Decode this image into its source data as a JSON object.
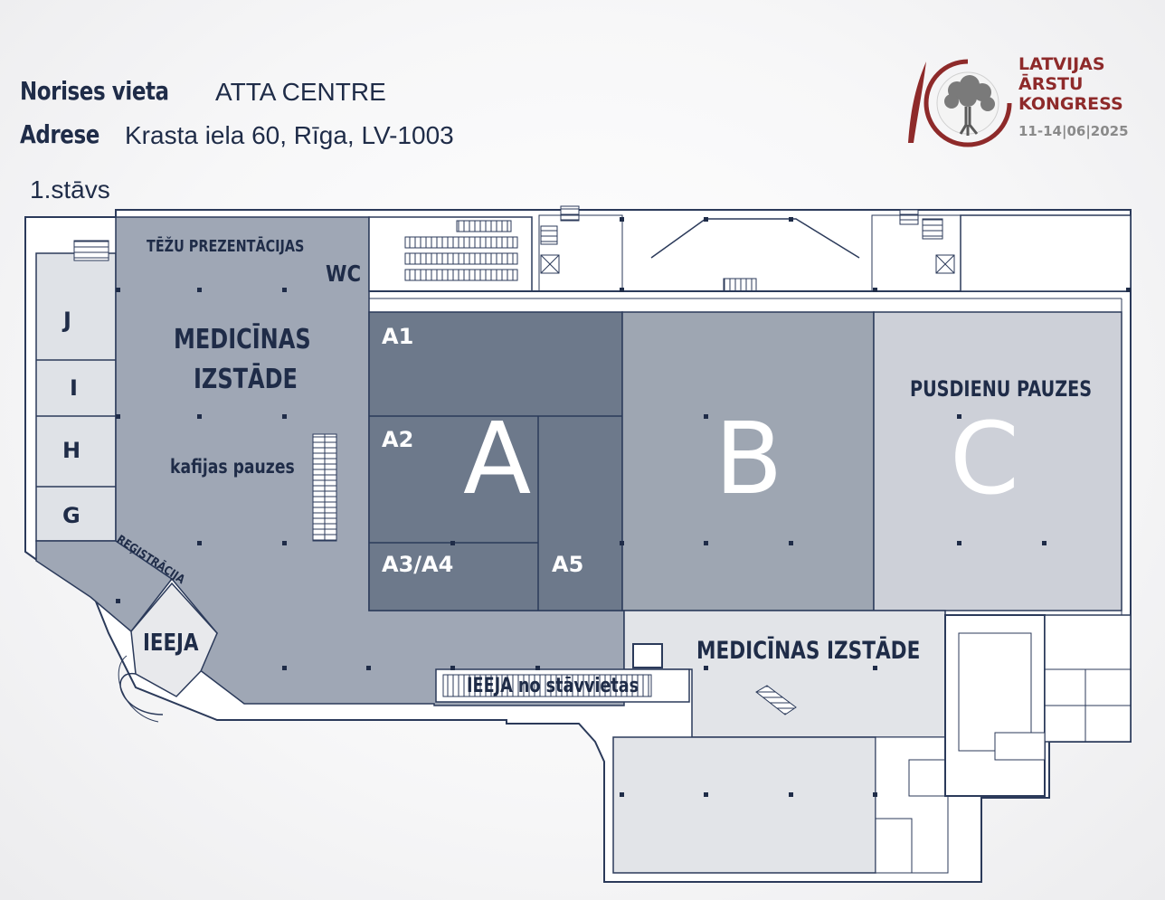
{
  "header": {
    "venue_label": "Norises vieta",
    "venue_value": "ATTA CENTRE",
    "address_label": "Adrese",
    "address_value": "Krasta iela 60, Rīga, LV-1003",
    "floor": "1.stāvs"
  },
  "logo": {
    "line1": "LATVIJAS",
    "line2": "ĀRSTU",
    "line3": "KONGRESS",
    "dates": "11-14|06|2025",
    "icon": "tree-of-life-icon"
  },
  "rooms": {
    "j": "J",
    "i": "I",
    "h": "H",
    "g": "G",
    "a1": "A1",
    "a2": "A2",
    "a3a4": "A3/A4",
    "a5": "A5",
    "a_big": "A",
    "b_big": "B",
    "c_big": "C"
  },
  "areas": {
    "thesis": "TĒŽU PREZENTĀCIJAS",
    "wc": "WC",
    "expo1_line1": "MEDICĪNAS",
    "expo1_line2": "IZSTĀDE",
    "coffee": "kafijas pauzes",
    "registration": "REĢISTRĀCIJA",
    "entrance": "IEEJA",
    "lunch": "PUSDIENU PAUZES",
    "expo2": "MEDICĪNAS IZSTĀDE",
    "parking_entrance": "IEEJA no stāvvietas"
  },
  "colors": {
    "hall_a": "#6d798b",
    "hall_b": "#9ea6b2",
    "hall_c": "#cdd0d8",
    "lobby": "#9fa7b5",
    "expo_light": "#e2e4e8",
    "wall": "#2b3a5a",
    "brand": "#8e2a2a"
  }
}
